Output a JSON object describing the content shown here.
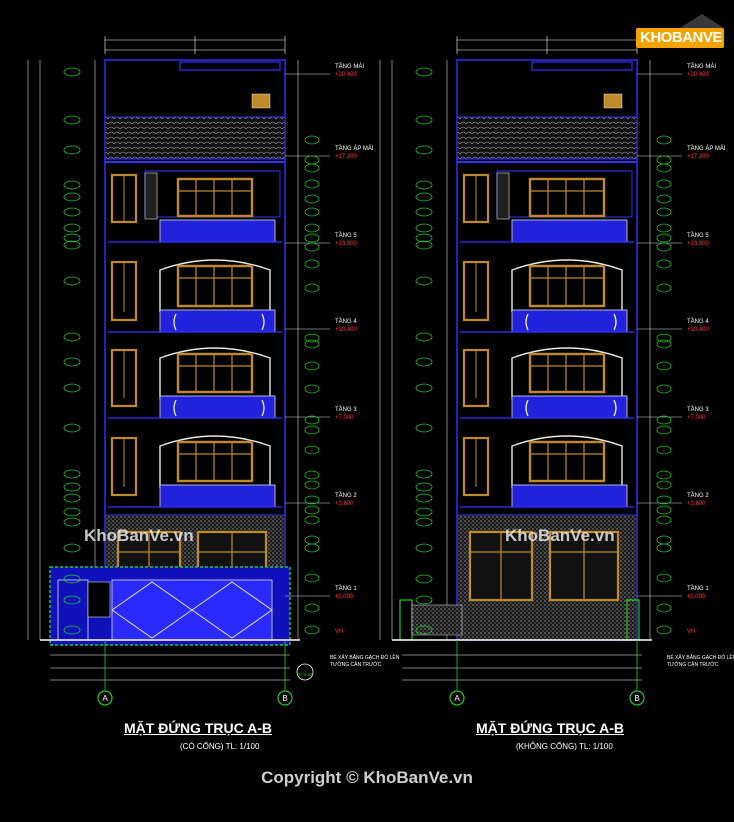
{
  "logo": {
    "text": "KHOBANVE"
  },
  "watermark": "KhoBanVe.vn",
  "copyright": "Copyright © KhoBanVe.vn",
  "level_labels": [
    "TẦNG MÁI",
    "TẦNG ÁP MÁI",
    "TẦNG 5",
    "TẦNG 4",
    "TẦNG 3",
    "TẦNG 2",
    "TẦNG 1"
  ],
  "level_values": [
    "+20.400",
    "+17.200",
    "+13.800",
    "+10.400",
    "+7.000",
    "+3.600",
    "±0.000"
  ],
  "ground_label": "VH",
  "note_line1": "BỂ XÂY BẰNG GẠCH ĐỎ LÊN",
  "note_line2": "TƯỜNG CÂN TRƯỚC",
  "axes": [
    "A",
    "B"
  ],
  "section_tag": "RT-6-03",
  "drawings": [
    {
      "title": "MẶT ĐỨNG TRỤC A-B",
      "subtitle": "(CÓ CỔNG) TL: 1/100"
    },
    {
      "title": "MẶT ĐỨNG TRỤC A-B",
      "subtitle": "(KHÔNG CỔNG) TL: 1/100"
    }
  ],
  "colors": {
    "outline": "#3333ff",
    "wood": "#c08a2a",
    "dim": "#ffffff",
    "tag": "#22cc22",
    "level": "#ff3333",
    "hatch": "#9e9e9e"
  }
}
